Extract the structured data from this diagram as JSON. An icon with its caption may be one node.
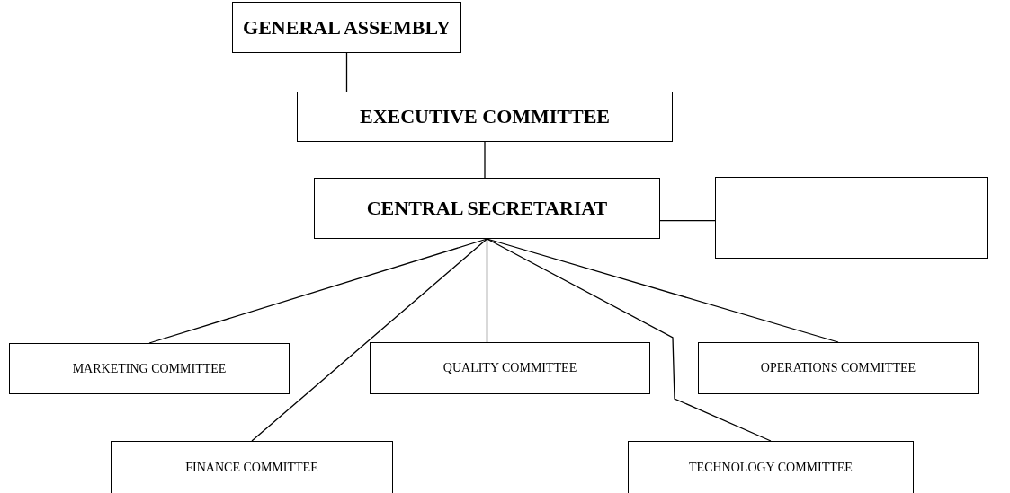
{
  "diagram": {
    "nodes": [
      {
        "text": [
          "GENERAL ASSEMBLY"
        ]
      },
      {
        "text": [
          "EXECUTIVE COMMITTEE"
        ]
      },
      {
        "text": [
          "CENTRAL SECRETARIAT"
        ]
      },
      {
        "text": [],
        "shape": "box"
      },
      {
        "text": [
          "MARKETING COMMITTEE"
        ]
      },
      {
        "text": [
          "QUALITY COMMITTEE"
        ]
      },
      {
        "text": [
          "OPERATIONS COMMITTEE"
        ]
      },
      {
        "text": [
          "FINANCE COMMITTEE"
        ]
      },
      {
        "text": [
          "TECHNOLOGY COMMITTEE"
        ]
      }
    ],
    "edges": [
      {
        "from": 0,
        "to": 1,
        "arrow": "none"
      },
      {
        "from": 1,
        "to": 2,
        "arrow": "none"
      },
      {
        "from": 2,
        "to": 3,
        "arrow": "none"
      },
      {
        "from": 2,
        "to": 4,
        "arrow": "none"
      },
      {
        "from": 2,
        "to": 5,
        "arrow": "none"
      },
      {
        "from": 2,
        "to": 6,
        "arrow": "none"
      },
      {
        "from": 2,
        "to": 7,
        "arrow": "none"
      },
      {
        "from": 2,
        "to": 8,
        "arrow": "none"
      }
    ]
  }
}
